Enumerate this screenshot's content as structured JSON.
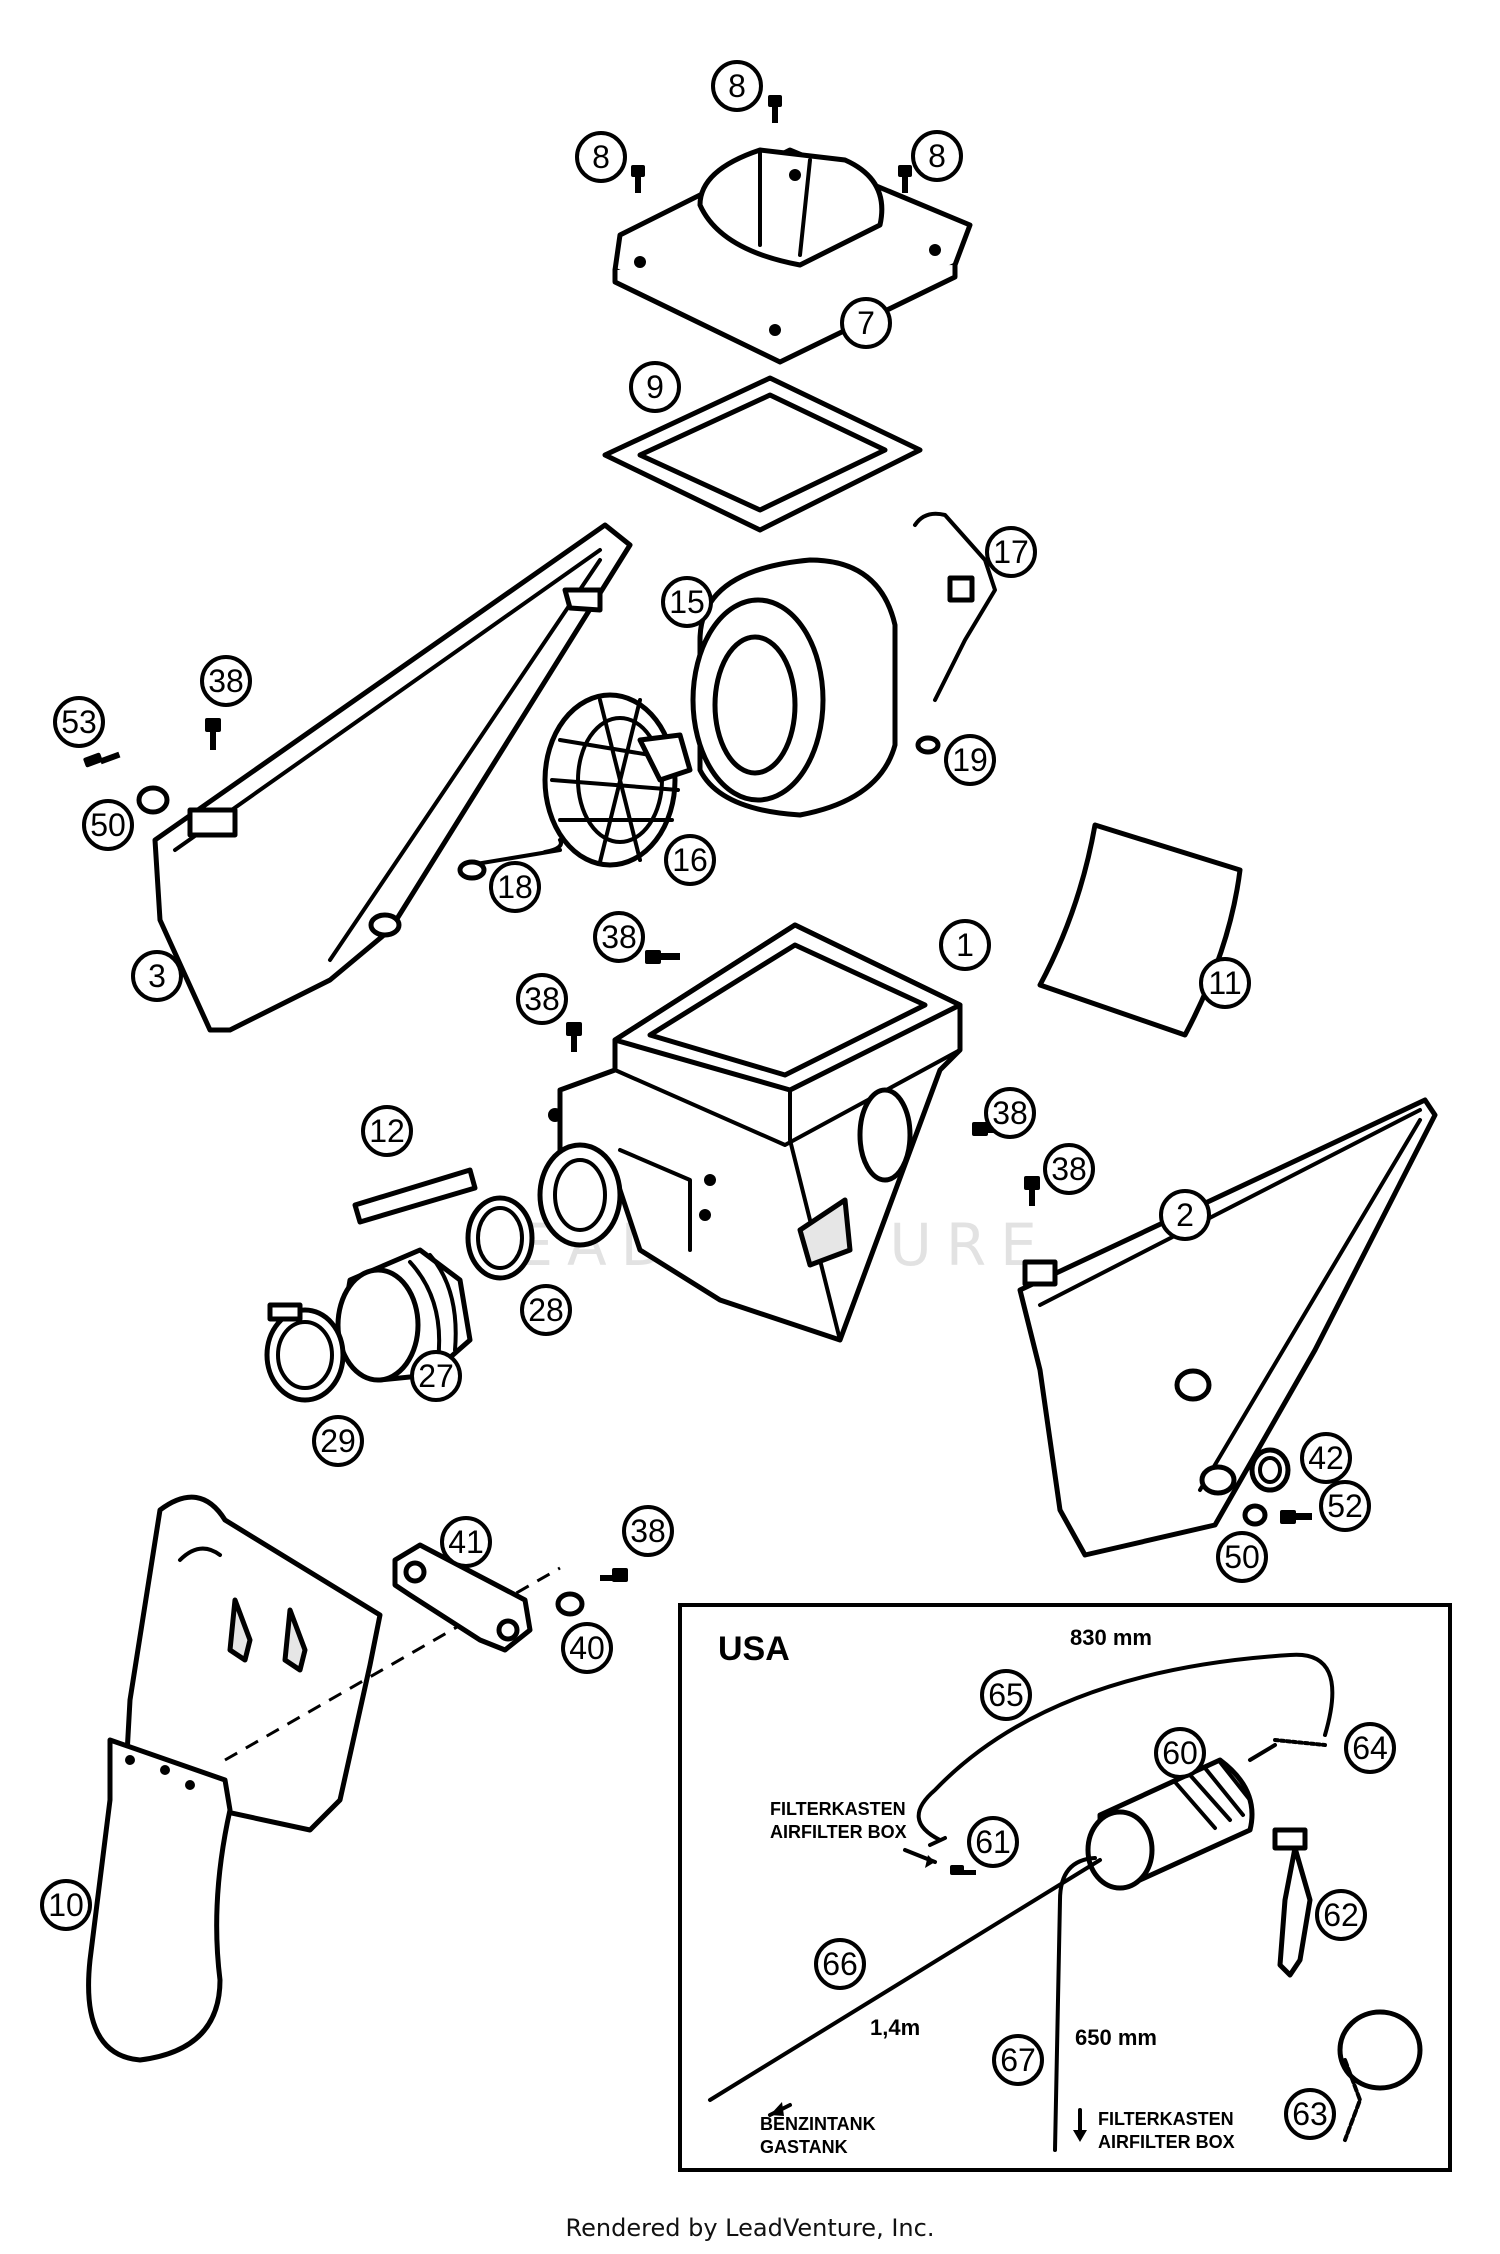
{
  "watermark": "LEADVENTURE",
  "footer": "Rendered by LeadVenture, Inc.",
  "inset": {
    "title": "USA",
    "dim_830": "830 mm",
    "dim_14": "1,4m",
    "dim_650": "650 mm",
    "filter_label_top_1": "FILTERKASTEN",
    "filter_label_top_2": "AIRFILTER BOX",
    "tank_label_1": "BENZINTANK",
    "tank_label_2": "GASTANK",
    "filter_label_bottom_1": "FILTERKASTEN",
    "filter_label_bottom_2": "AIRFILTER BOX"
  },
  "callouts": {
    "c8a": "8",
    "c8b": "8",
    "c8c": "8",
    "c7": "7",
    "c9": "9",
    "c17": "17",
    "c15": "15",
    "c19": "19",
    "c38a": "38",
    "c53": "53",
    "c50a": "50",
    "c16": "16",
    "c18": "18",
    "c3": "3",
    "c1": "1",
    "c11": "11",
    "c38b": "38",
    "c38c": "38",
    "c38d": "38",
    "c38e": "38",
    "c2": "2",
    "c12": "12",
    "c28": "28",
    "c27": "27",
    "c29": "29",
    "c42": "42",
    "c50b": "50",
    "c52": "52",
    "c41": "41",
    "c38f": "38",
    "c40": "40",
    "c10": "10",
    "c65": "65",
    "c60": "60",
    "c64": "64",
    "c61": "61",
    "c62": "62",
    "c66": "66",
    "c67": "67",
    "c63": "63"
  }
}
